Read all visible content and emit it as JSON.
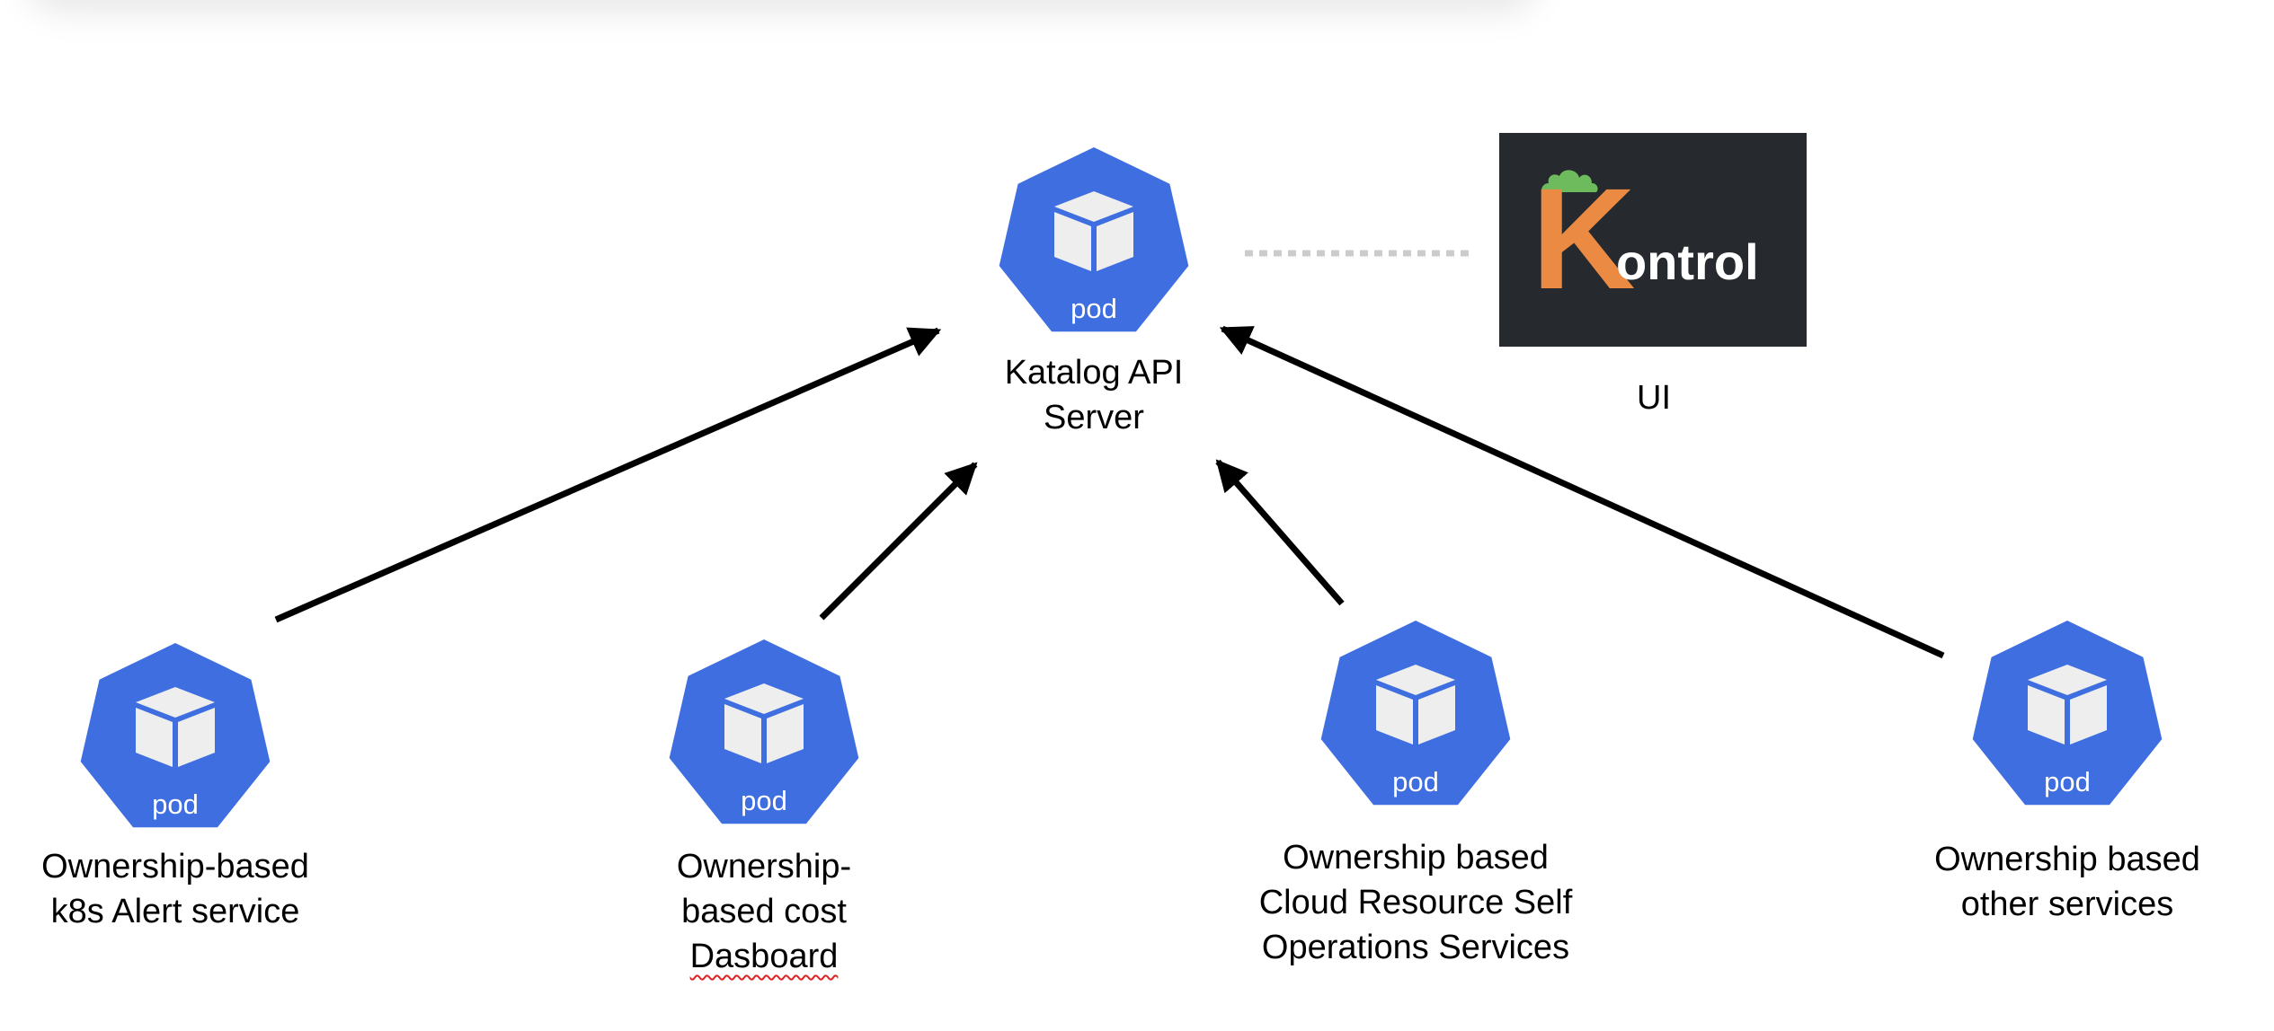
{
  "colors": {
    "pod_fill": "#3f6ee0",
    "cube_face": "#eeeeee",
    "arrow": "#000000",
    "dotted_connector": "#cccccc",
    "logo_bg": "#26292e",
    "logo_k": "#ea8a43",
    "logo_cloud": "#6dbb5d"
  },
  "center": {
    "pod_text": "pod",
    "label_line1": "Katalog API",
    "label_line2": "Server"
  },
  "ui": {
    "logo_k": "K",
    "logo_rest": "ontrol",
    "label": "UI"
  },
  "services": [
    {
      "pod_text": "pod",
      "lines": [
        "Ownership-based",
        "k8s Alert service"
      ]
    },
    {
      "pod_text": "pod",
      "lines": [
        "Ownership-",
        "based cost",
        "Dasboard"
      ]
    },
    {
      "pod_text": "pod",
      "lines": [
        "Ownership based",
        "Cloud Resource Self",
        "Operations Services"
      ]
    },
    {
      "pod_text": "pod",
      "lines": [
        "Ownership based",
        "other services"
      ]
    }
  ]
}
